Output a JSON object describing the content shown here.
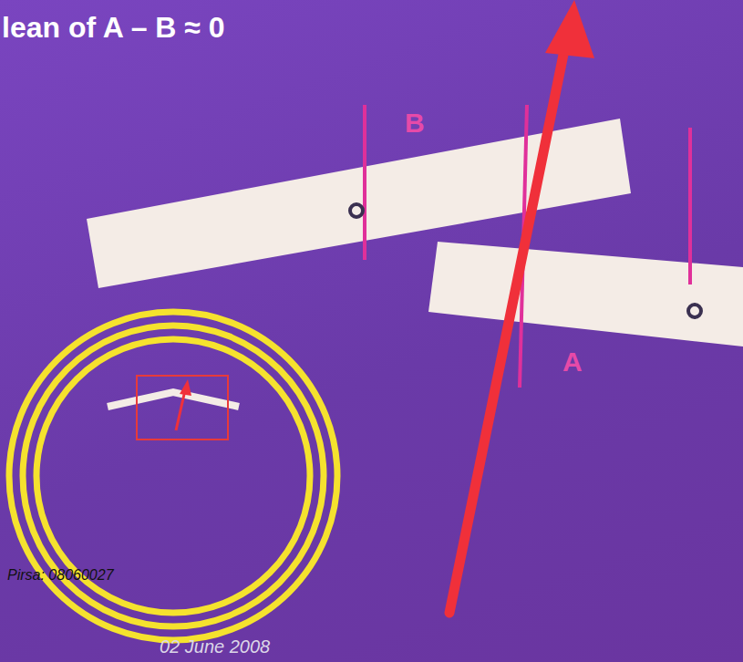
{
  "diagram": {
    "title": "lean of A – B ≈ 0",
    "labels": [
      "B",
      "A",
      "Pirsa: 08060027",
      "02 June 2008"
    ]
  }
}
